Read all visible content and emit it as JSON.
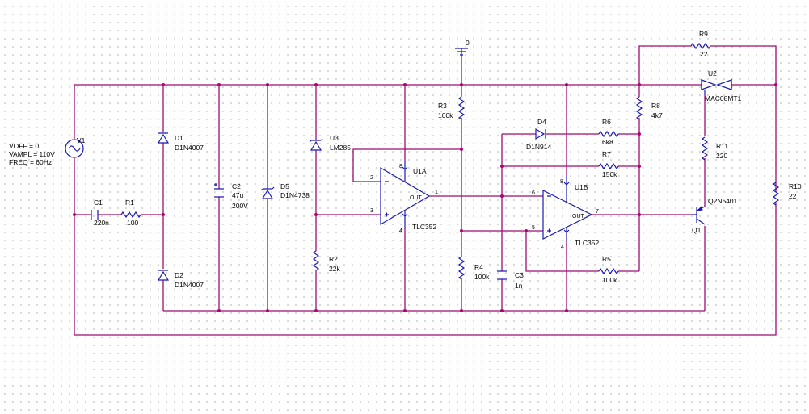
{
  "source": {
    "v1": {
      "ref": "V1",
      "voff": "VOFF = 0",
      "vampl": "VAMPL = 110V",
      "freq": "FREQ = 60Hz"
    }
  },
  "ground": {
    "label": "0"
  },
  "components": {
    "c1": {
      "ref": "C1",
      "value": "220n"
    },
    "r1": {
      "ref": "R1",
      "value": "100"
    },
    "d1": {
      "ref": "D1",
      "value": "D1N4007"
    },
    "d2": {
      "ref": "D2",
      "value": "D1N4007"
    },
    "c2": {
      "ref": "C2",
      "value": "47u",
      "rating": "200V"
    },
    "d5": {
      "ref": "D5",
      "value": "D1N4738"
    },
    "u3": {
      "ref": "U3",
      "value": "LM285"
    },
    "r2": {
      "ref": "R2",
      "value": "22k"
    },
    "r3": {
      "ref": "R3",
      "value": "100k"
    },
    "r4": {
      "ref": "R4",
      "value": "100k"
    },
    "c3": {
      "ref": "C3",
      "value": "1n"
    },
    "d4": {
      "ref": "D4",
      "value": "D1N914"
    },
    "r6": {
      "ref": "R6",
      "value": "6k8"
    },
    "r7": {
      "ref": "R7",
      "value": "150k"
    },
    "r5": {
      "ref": "R5",
      "value": "100k"
    },
    "r8": {
      "ref": "R8",
      "value": "4k7"
    },
    "r9": {
      "ref": "R9",
      "value": "22"
    },
    "u2": {
      "ref": "U2",
      "value": "MAC08MT1"
    },
    "r11": {
      "ref": "R11",
      "value": "220"
    },
    "q1": {
      "ref": "Q1",
      "value": "Q2N5401"
    },
    "r10": {
      "ref": "R10",
      "value": "22"
    }
  },
  "opamps": {
    "u1a": {
      "ref": "U1A",
      "value": "TLC352",
      "out": "OUT",
      "pins": {
        "inv": "2",
        "noninv": "3",
        "out": "1",
        "vcc": "8",
        "gnd": "4"
      }
    },
    "u1b": {
      "ref": "U1B",
      "value": "TLC352",
      "out": "OUT",
      "pins": {
        "inv": "6",
        "noninv": "5",
        "out": "7",
        "vcc": "8",
        "gnd": "4"
      }
    }
  },
  "colors": {
    "wire": "#9b0e6e",
    "device": "#1a1ab4",
    "junction": "#b4007a",
    "text": "#000000"
  }
}
